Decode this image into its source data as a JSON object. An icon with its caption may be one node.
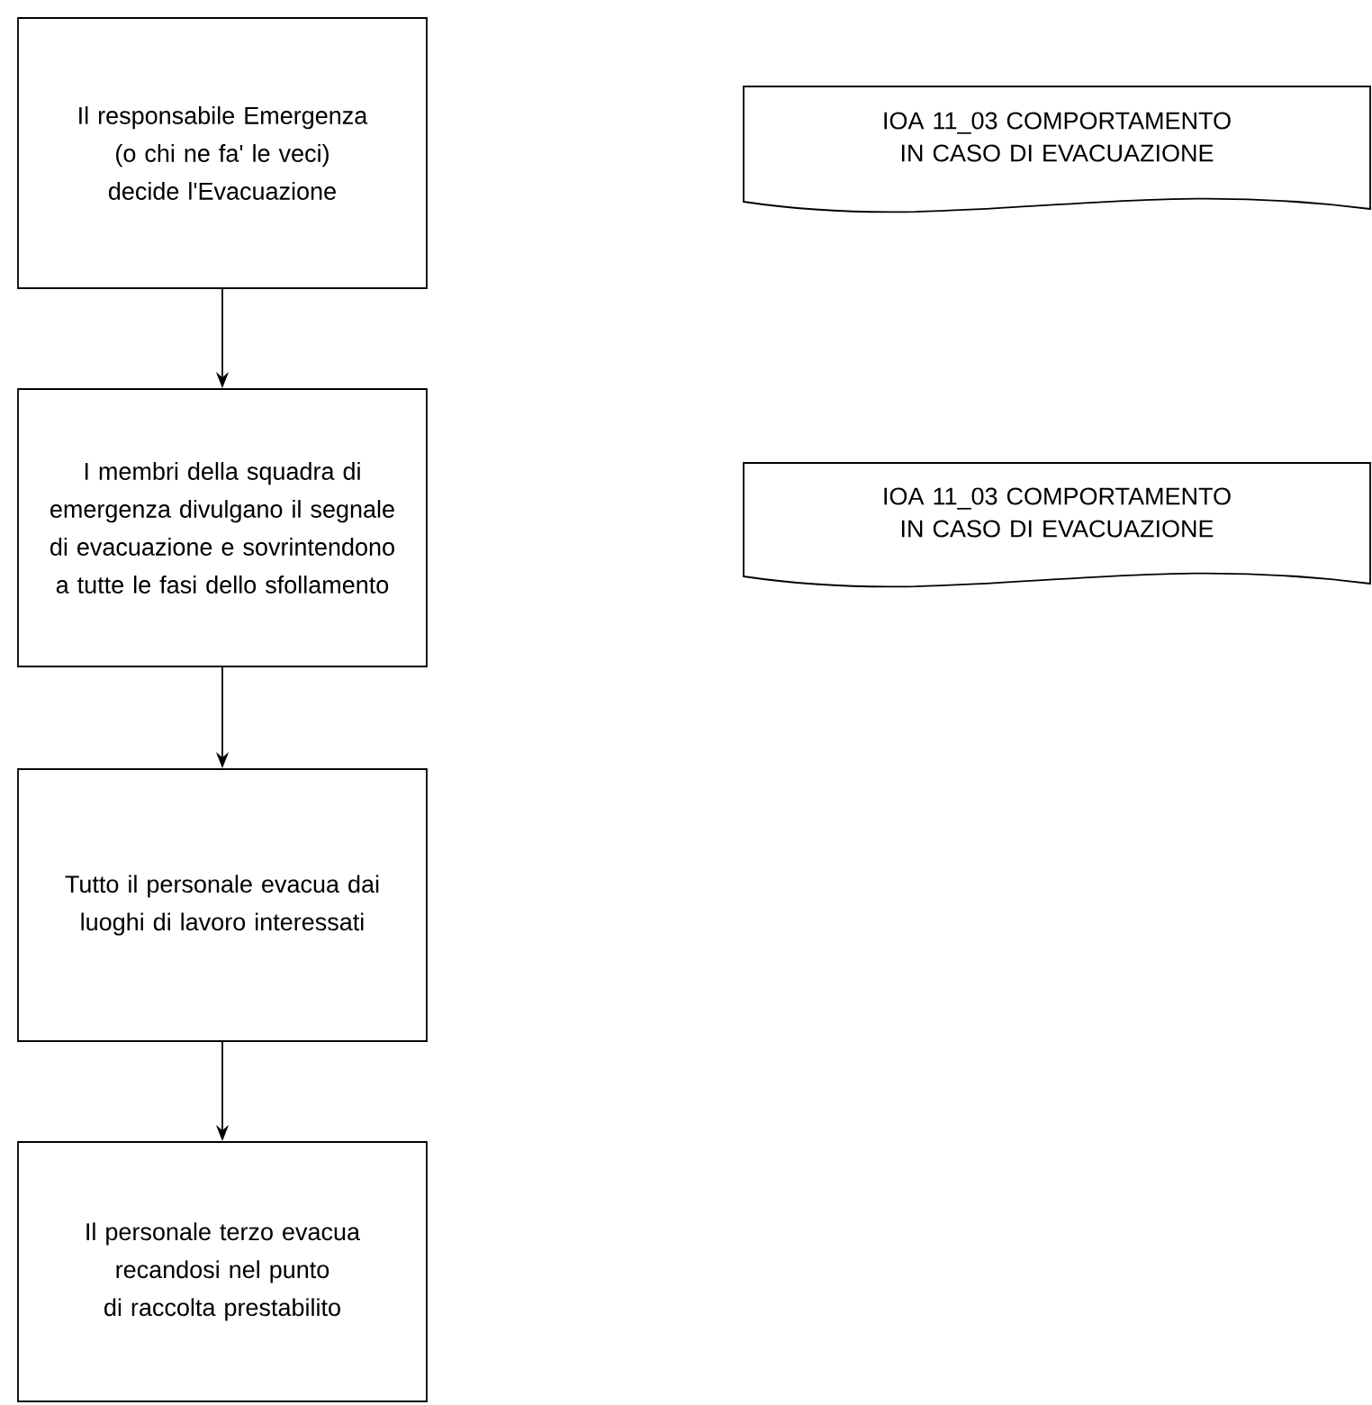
{
  "diagram": {
    "nodes": [
      {
        "text": [
          "Il responsabile Emergenza (o chi ne fa' le veci) decide l'Evacuazione"
        ]
      },
      {
        "text": [
          "IOA 11_03 COMPORTAMENTO IN CASO DI EVACUAZIONE"
        ]
      },
      {
        "text": [
          "I membri della squadra di emergenza divulgano il segnale di evacuazione e sovrintendono a tutte le fasi dello sfollamento"
        ]
      },
      {
        "text": [
          "IOA 11_03 COMPORTAMENTO IN CASO DI EVACUAZIONE"
        ]
      },
      {
        "text": [
          "Tutto il personale evacua dai luoghi di lavoro interessati"
        ]
      },
      {
        "text": [
          "Il personale terzo evacua recandosi nel punto di raccolta prestabilito"
        ]
      }
    ],
    "edges": [
      {
        "from": 0,
        "to": 2,
        "arrow": "to"
      },
      {
        "from": 2,
        "to": 4,
        "arrow": "to"
      },
      {
        "from": 4,
        "to": 5,
        "arrow": "to"
      }
    ]
  }
}
